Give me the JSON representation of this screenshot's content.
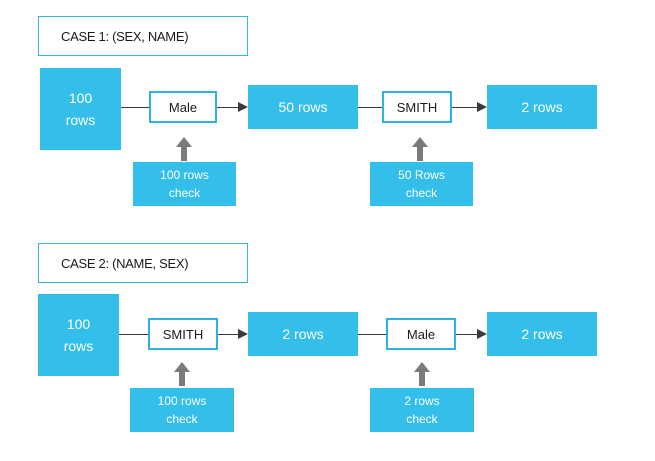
{
  "cases": [
    {
      "title": "CASE 1: (SEX, NAME)",
      "source": {
        "line1": "100",
        "line2": "rows"
      },
      "filter1": "Male",
      "result1": "50 rows",
      "filter2": "SMITH",
      "result2": "2 rows",
      "check1": {
        "line1": "100 rows",
        "line2": "check"
      },
      "check2": {
        "line1": "50 Rows",
        "line2": "check"
      }
    },
    {
      "title": "CASE 2: (NAME, SEX)",
      "source": {
        "line1": "100",
        "line2": "rows"
      },
      "filter1": "SMITH",
      "result1": "2 rows",
      "filter2": "Male",
      "result2": "2 rows",
      "check1": {
        "line1": "100 rows",
        "line2": "check"
      },
      "check2": {
        "line1": "2 rows",
        "line2": "check"
      }
    }
  ],
  "colors": {
    "box": "#33bfe9",
    "border": "#2db2df",
    "arrow": "#7a7a7a",
    "line": "#3a3a3a"
  }
}
